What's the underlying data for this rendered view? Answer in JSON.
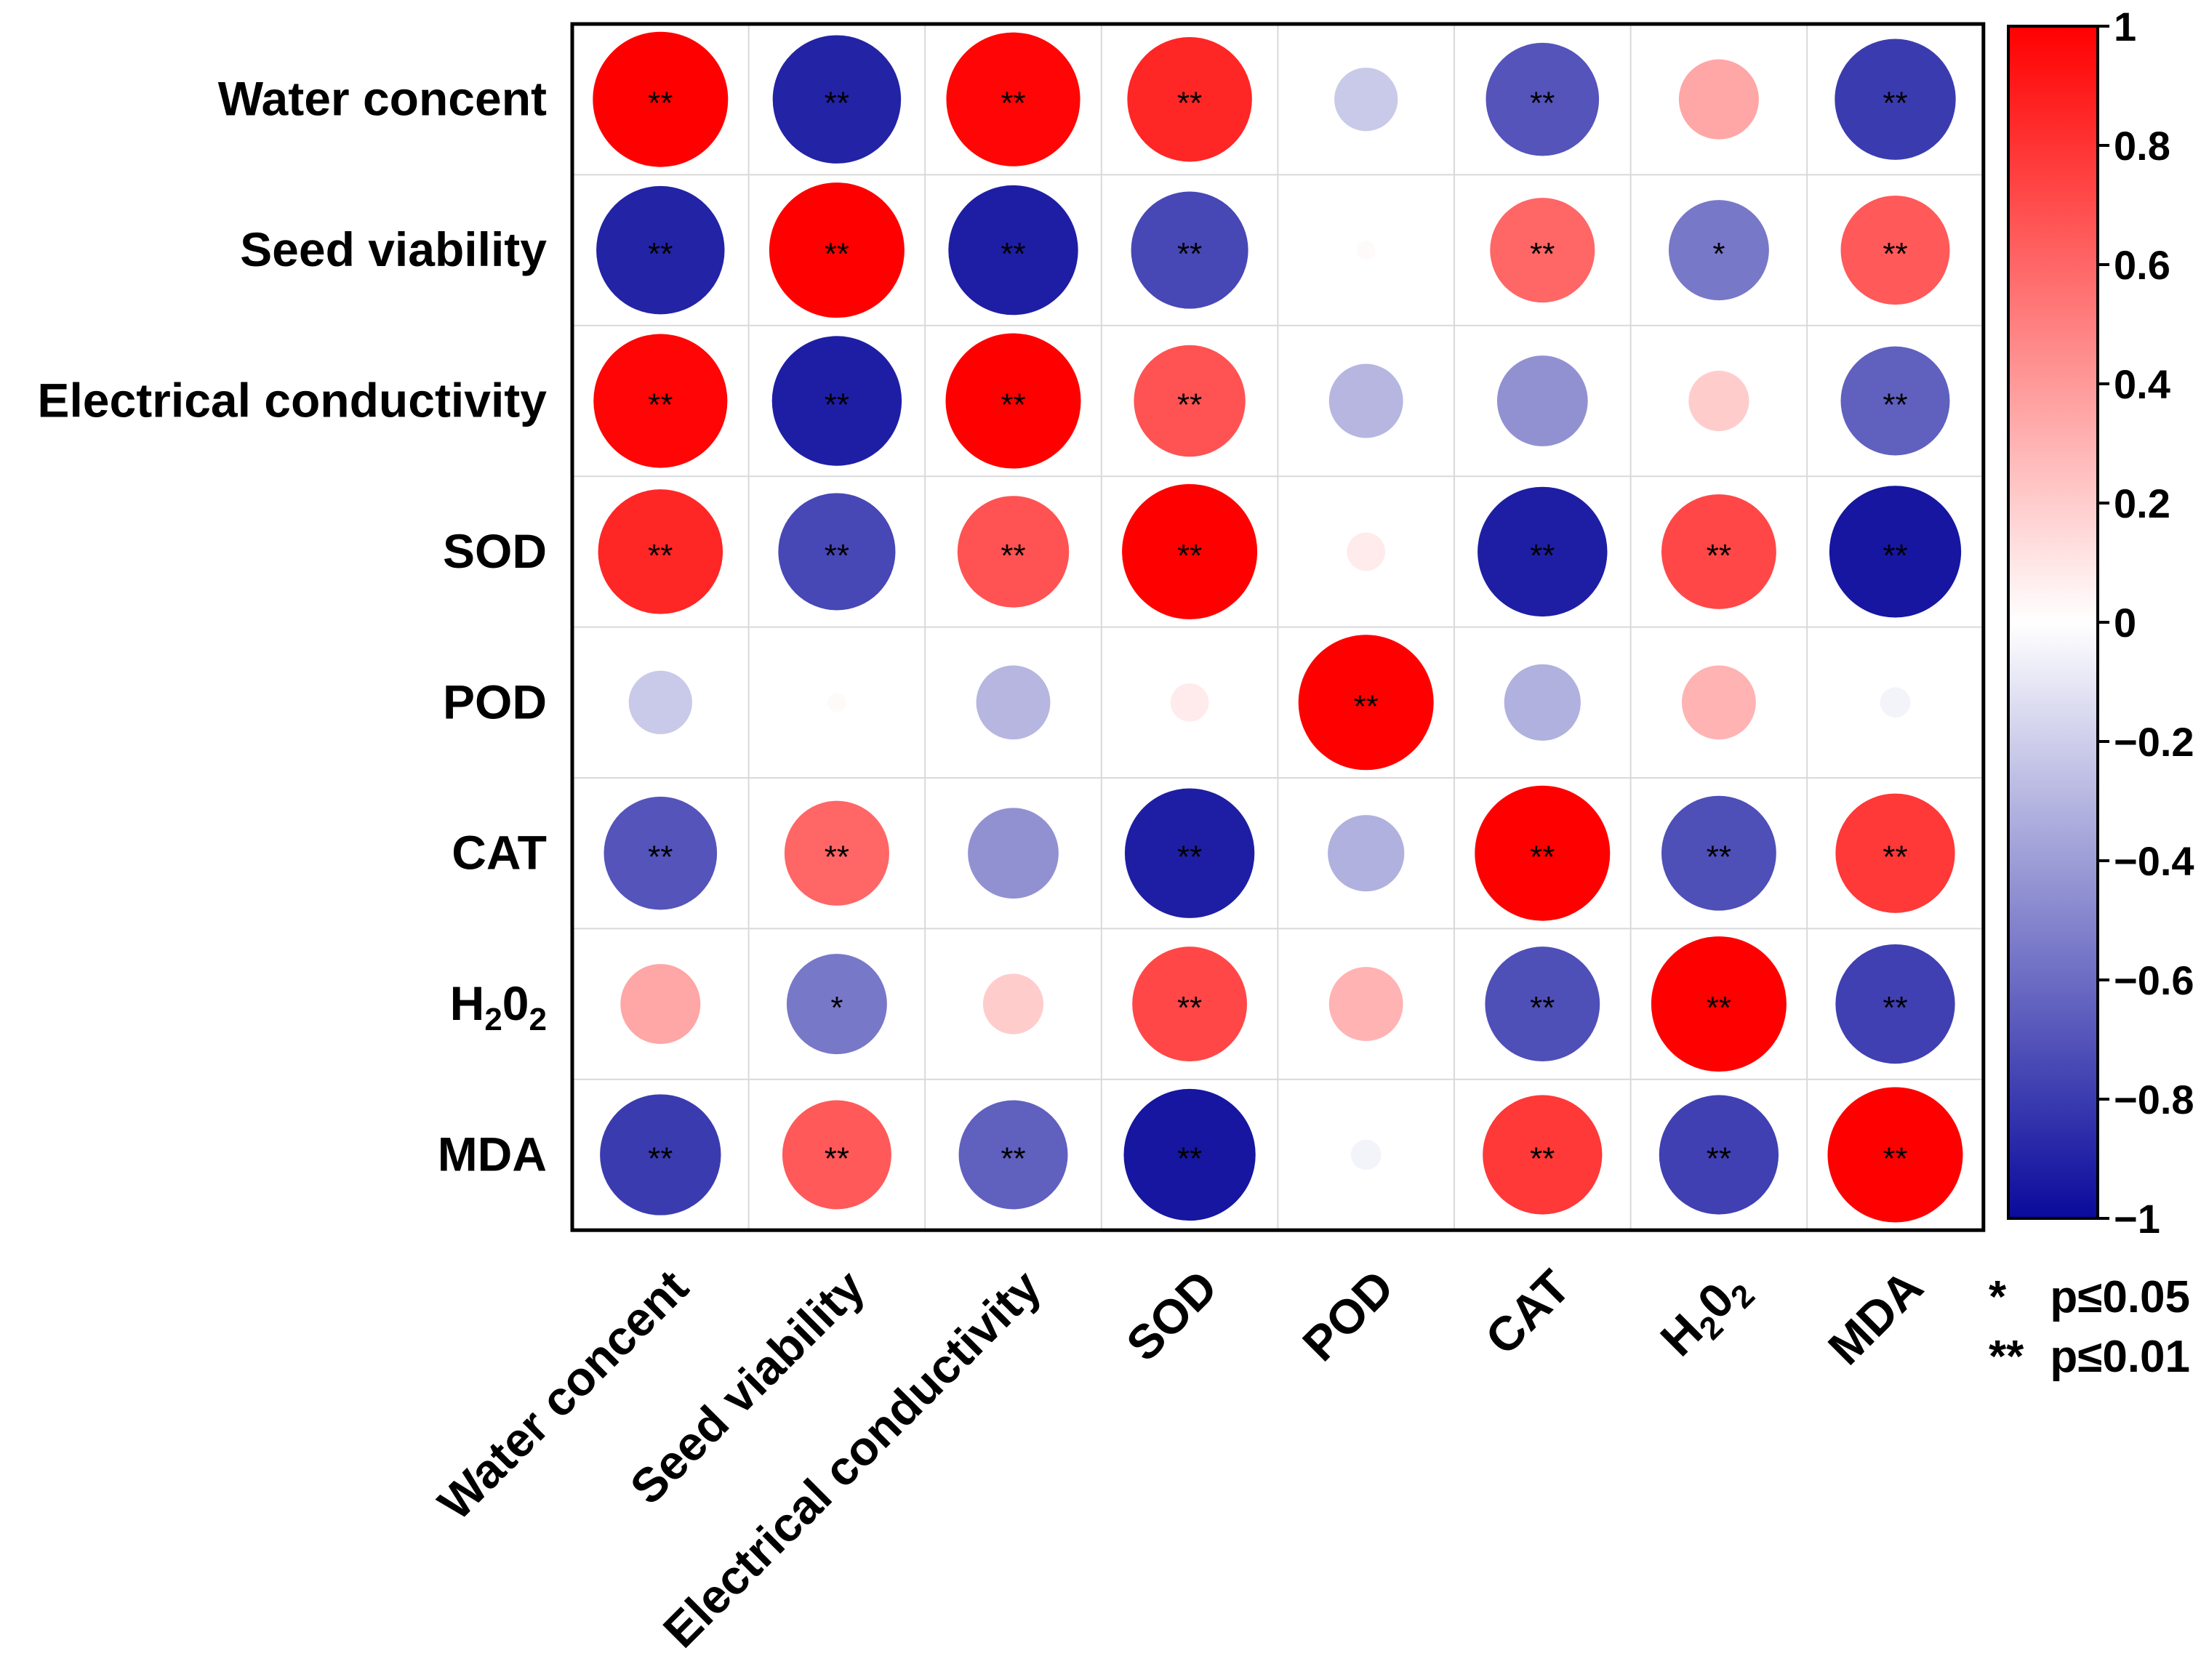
{
  "chart_data": {
    "type": "heatmap",
    "variables": [
      {
        "name": "Water concent"
      },
      {
        "name": "Seed viability"
      },
      {
        "name": "Electrical conductivity"
      },
      {
        "name": "SOD"
      },
      {
        "name": "POD"
      },
      {
        "name": "CAT"
      },
      {
        "name": "H",
        "sub1": "2",
        "mid": "0",
        "sub2": "2"
      },
      {
        "name": "MDA"
      }
    ],
    "matrix": [
      [
        1.0,
        -0.9,
        0.98,
        0.85,
        -0.22,
        -0.7,
        0.35,
        -0.8
      ],
      [
        -0.9,
        1.0,
        -0.92,
        -0.75,
        0.02,
        0.6,
        -0.55,
        0.65
      ],
      [
        0.98,
        -0.92,
        1.0,
        0.68,
        -0.3,
        -0.45,
        0.2,
        -0.65
      ],
      [
        0.85,
        -0.75,
        0.68,
        1.0,
        0.08,
        -0.92,
        0.72,
        -0.95
      ],
      [
        -0.22,
        0.02,
        -0.3,
        0.08,
        1.0,
        -0.32,
        0.3,
        -0.05
      ],
      [
        -0.7,
        0.6,
        -0.45,
        -0.92,
        -0.32,
        1.0,
        -0.72,
        0.78
      ],
      [
        0.35,
        -0.55,
        0.2,
        0.72,
        0.3,
        -0.72,
        1.0,
        -0.78
      ],
      [
        -0.8,
        0.65,
        -0.65,
        -0.95,
        -0.05,
        0.78,
        -0.78,
        1.0
      ]
    ],
    "significance": [
      [
        "**",
        "**",
        "**",
        "**",
        "",
        "**",
        "",
        "**"
      ],
      [
        "**",
        "**",
        "**",
        "**",
        "",
        "**",
        "*",
        "**"
      ],
      [
        "**",
        "**",
        "**",
        "**",
        "",
        "",
        "",
        "**"
      ],
      [
        "**",
        "**",
        "**",
        "**",
        "",
        "**",
        "**",
        "**"
      ],
      [
        "",
        "",
        "",
        "",
        "**",
        "",
        "",
        ""
      ],
      [
        "**",
        "**",
        "",
        "**",
        "",
        "**",
        "**",
        "**"
      ],
      [
        "",
        "*",
        "",
        "**",
        "",
        "**",
        "**",
        "**"
      ],
      [
        "**",
        "**",
        "**",
        "**",
        "",
        "**",
        "**",
        "**"
      ]
    ],
    "colorbar": {
      "range": [
        -1,
        1
      ],
      "ticks": [
        "1",
        "0.8",
        "0.6",
        "0.4",
        "0.2",
        "0",
        "−0.2",
        "−0.4",
        "−0.6",
        "−0.8",
        "−1"
      ],
      "colors": {
        "negative": "#0a0a9c",
        "zero": "#ffffff",
        "positive": "#ff0000"
      }
    },
    "legend": {
      "items": [
        {
          "symbol": "*",
          "text": "p≤0.05"
        },
        {
          "symbol": "**",
          "text": "p≤0.01"
        }
      ],
      "placement": "bottom-right"
    },
    "grid": true
  }
}
